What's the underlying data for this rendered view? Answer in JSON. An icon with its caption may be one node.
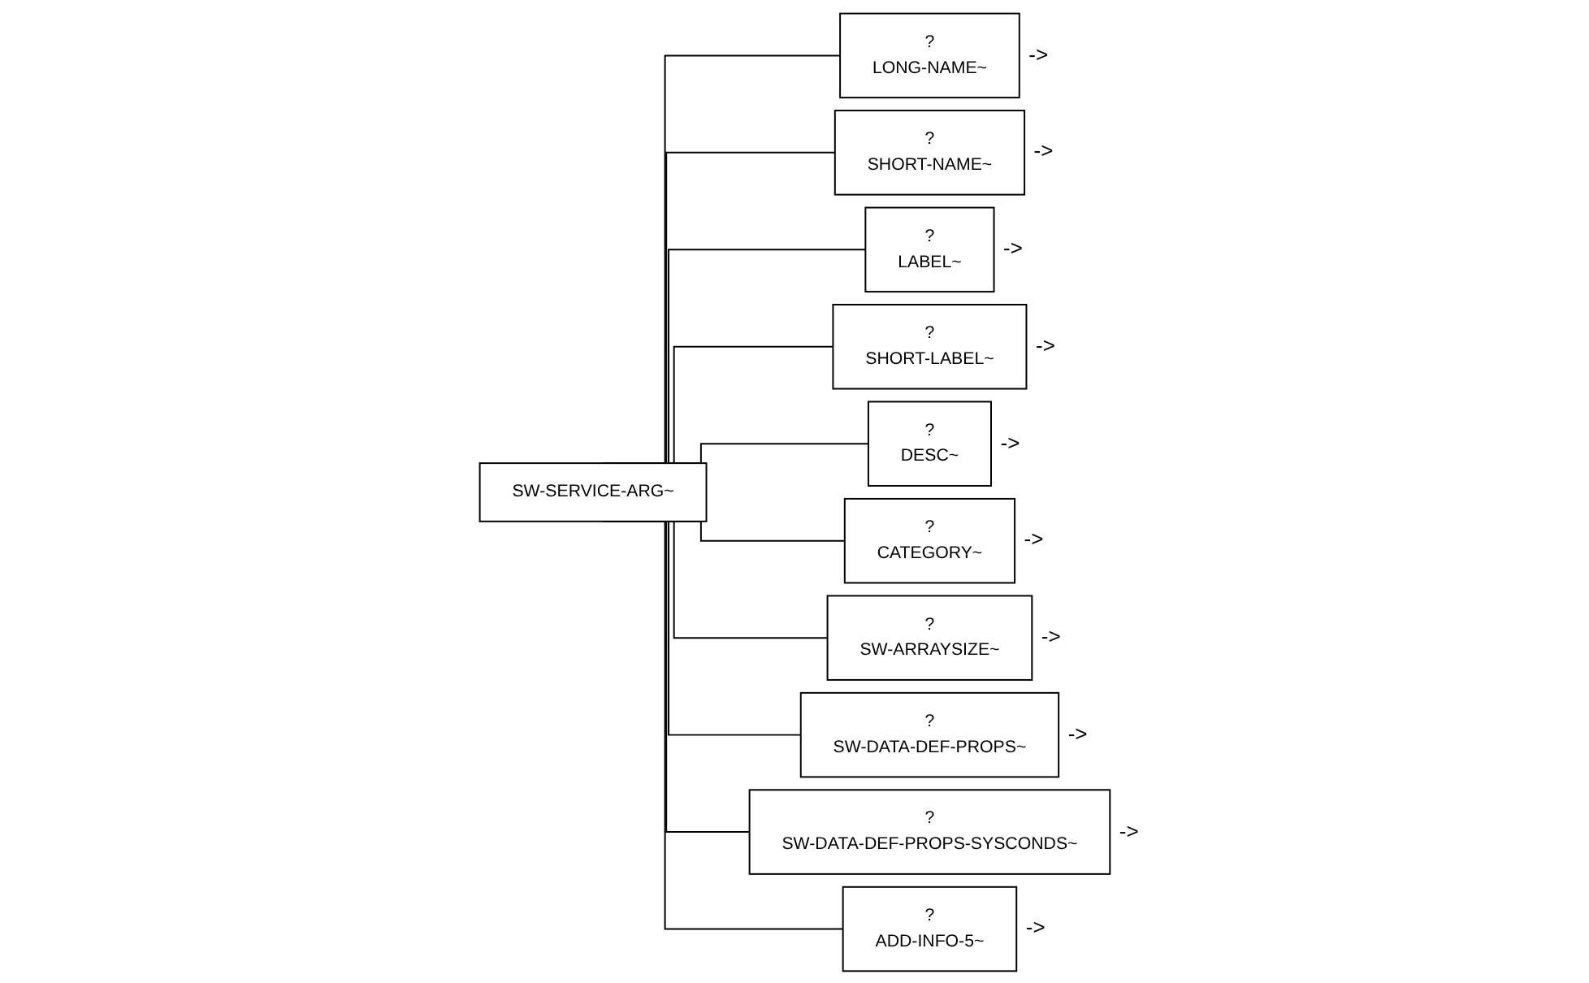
{
  "diagram": {
    "nodes": [
      {
        "text": [
          "SW-SERVICE-ARG~"
        ]
      },
      {
        "text": [
          "?",
          "LONG-NAME~"
        ],
        "beside": [
          "->"
        ]
      },
      {
        "text": [
          "?",
          "SHORT-NAME~"
        ],
        "beside": [
          "->"
        ]
      },
      {
        "text": [
          "?",
          "LABEL~"
        ],
        "beside": [
          "->"
        ]
      },
      {
        "text": [
          "?",
          "SHORT-LABEL~"
        ],
        "beside": [
          "->"
        ]
      },
      {
        "text": [
          "?",
          "DESC~"
        ],
        "beside": [
          "->"
        ]
      },
      {
        "text": [
          "?",
          "CATEGORY~"
        ],
        "beside": [
          "->"
        ]
      },
      {
        "text": [
          "?",
          "SW-ARRAYSIZE~"
        ],
        "beside": [
          "->"
        ]
      },
      {
        "text": [
          "?",
          "SW-DATA-DEF-PROPS~"
        ],
        "beside": [
          "->"
        ]
      },
      {
        "text": [
          "?",
          "SW-DATA-DEF-PROPS-SYSCONDS~"
        ],
        "beside": [
          "->"
        ]
      },
      {
        "text": [
          "?",
          "ADD-INFO-5~"
        ],
        "beside": [
          "->"
        ]
      }
    ],
    "edges": [
      {
        "from": 0,
        "to": 1,
        "arrow": "none"
      },
      {
        "from": 0,
        "to": 2,
        "arrow": "none"
      },
      {
        "from": 0,
        "to": 3,
        "arrow": "none"
      },
      {
        "from": 0,
        "to": 4,
        "arrow": "none"
      },
      {
        "from": 0,
        "to": 5,
        "arrow": "none"
      },
      {
        "from": 0,
        "to": 6,
        "arrow": "none"
      },
      {
        "from": 0,
        "to": 7,
        "arrow": "none"
      },
      {
        "from": 0,
        "to": 8,
        "arrow": "none"
      },
      {
        "from": 0,
        "to": 9,
        "arrow": "none"
      },
      {
        "from": 0,
        "to": 10,
        "arrow": "none"
      }
    ]
  }
}
